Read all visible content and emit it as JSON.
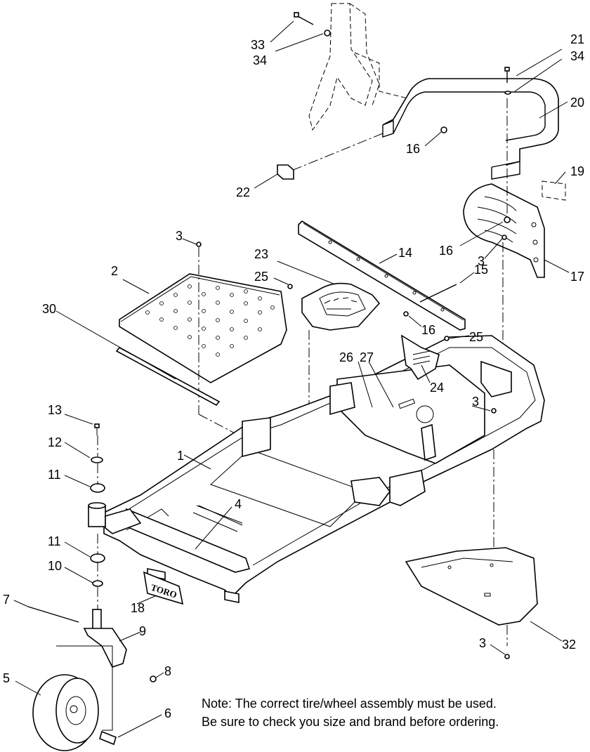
{
  "callouts": [
    {
      "id": "c33",
      "label": "33"
    },
    {
      "id": "c34a",
      "label": "34"
    },
    {
      "id": "c21",
      "label": "21"
    },
    {
      "id": "c34b",
      "label": "34"
    },
    {
      "id": "c20",
      "label": "20"
    },
    {
      "id": "c16a",
      "label": "16"
    },
    {
      "id": "c19",
      "label": "19"
    },
    {
      "id": "c22",
      "label": "22"
    },
    {
      "id": "c16b",
      "label": "16"
    },
    {
      "id": "c3a",
      "label": "3"
    },
    {
      "id": "c17",
      "label": "17"
    },
    {
      "id": "c3b",
      "label": "3"
    },
    {
      "id": "c14",
      "label": "14"
    },
    {
      "id": "c2",
      "label": "2"
    },
    {
      "id": "c23",
      "label": "23"
    },
    {
      "id": "c25a",
      "label": "25"
    },
    {
      "id": "c15",
      "label": "15"
    },
    {
      "id": "c30",
      "label": "30"
    },
    {
      "id": "c16c",
      "label": "16"
    },
    {
      "id": "c25b",
      "label": "25"
    },
    {
      "id": "c26",
      "label": "26"
    },
    {
      "id": "c27",
      "label": "27"
    },
    {
      "id": "c24",
      "label": "24"
    },
    {
      "id": "c13",
      "label": "13"
    },
    {
      "id": "c3c",
      "label": "3"
    },
    {
      "id": "c12",
      "label": "12"
    },
    {
      "id": "c1",
      "label": "1"
    },
    {
      "id": "c11a",
      "label": "11"
    },
    {
      "id": "c4",
      "label": "4"
    },
    {
      "id": "c11b",
      "label": "11"
    },
    {
      "id": "c10",
      "label": "10"
    },
    {
      "id": "c18",
      "label": "18"
    },
    {
      "id": "c7",
      "label": "7"
    },
    {
      "id": "c9",
      "label": "9"
    },
    {
      "id": "c32",
      "label": "32"
    },
    {
      "id": "c3d",
      "label": "3"
    },
    {
      "id": "c8",
      "label": "8"
    },
    {
      "id": "c5",
      "label": "5"
    },
    {
      "id": "c6",
      "label": "6"
    }
  ],
  "logo_text": "TORO",
  "note": {
    "line1": "Note: The correct tire/wheel assembly must be used.",
    "line2": "Be sure to check you size and brand before ordering."
  }
}
